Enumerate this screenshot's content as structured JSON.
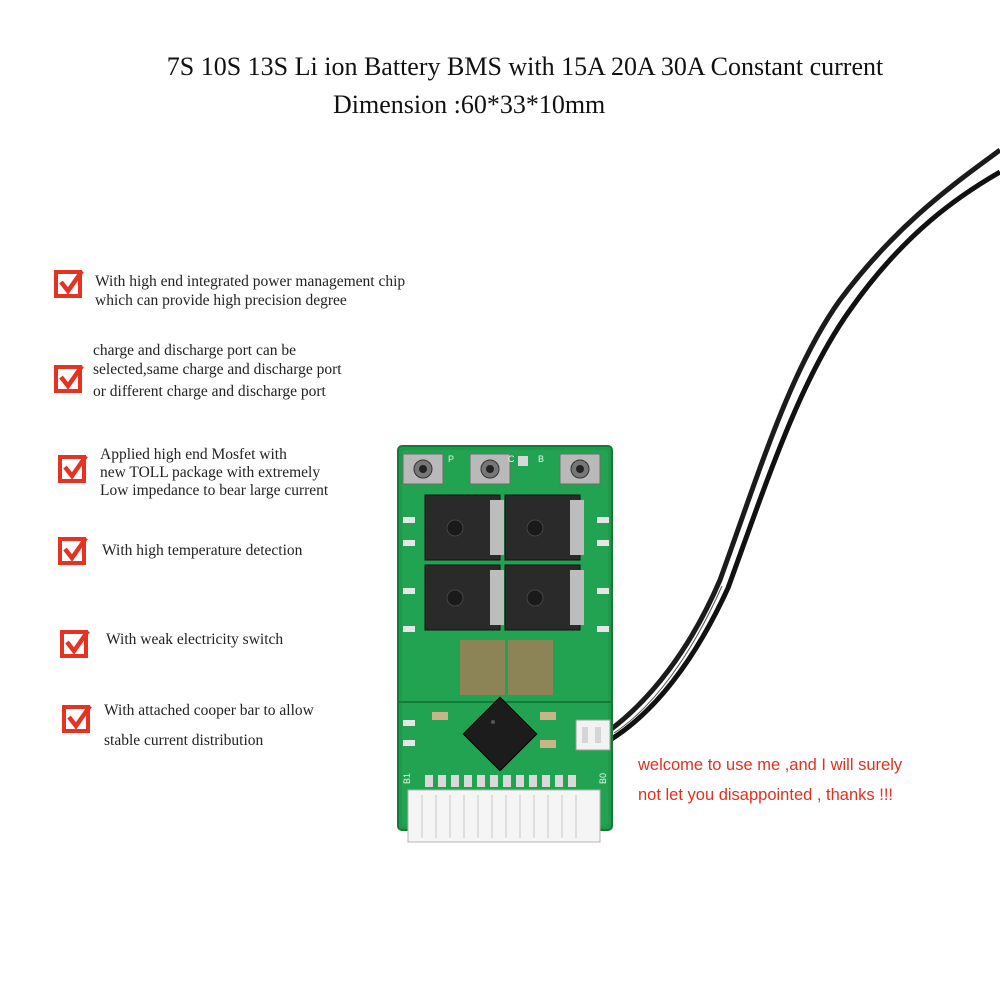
{
  "title": {
    "line1": "7S 10S 13S Li ion Battery BMS with 15A 20A 30A Constant current",
    "line2": "Dimension :60*33*10mm"
  },
  "features": [
    {
      "lines": [
        "With high end integrated power management chip",
        " which can provide high precision degree"
      ]
    },
    {
      "lines": [
        "charge and discharge port can be",
        "selected,same charge and discharge port",
        "or different charge and discharge port"
      ]
    },
    {
      "lines": [
        "Applied high end  Mosfet with",
        "new TOLL package with extremely",
        "Low impedance to bear large current"
      ]
    },
    {
      "lines": [
        "With high temperature detection"
      ]
    },
    {
      "lines": [
        "With weak electricity switch"
      ]
    },
    {
      "lines": [
        "With attached cooper bar to allow",
        "stable current distribution"
      ]
    }
  ],
  "board_labels": {
    "p": "P",
    "c": "C",
    "b": "B",
    "b1": "B1",
    "b0": "B0"
  },
  "welcome": {
    "line1": "welcome to use me ,and I will surely",
    "line2": "not let you disappointed , thanks !!!"
  },
  "colors": {
    "check_red": "#e53323",
    "welcome_red": "#e0311f",
    "pcb_green": "#1f9a4a"
  },
  "icons": {
    "feature_marker": "checkbox-checked-icon"
  }
}
